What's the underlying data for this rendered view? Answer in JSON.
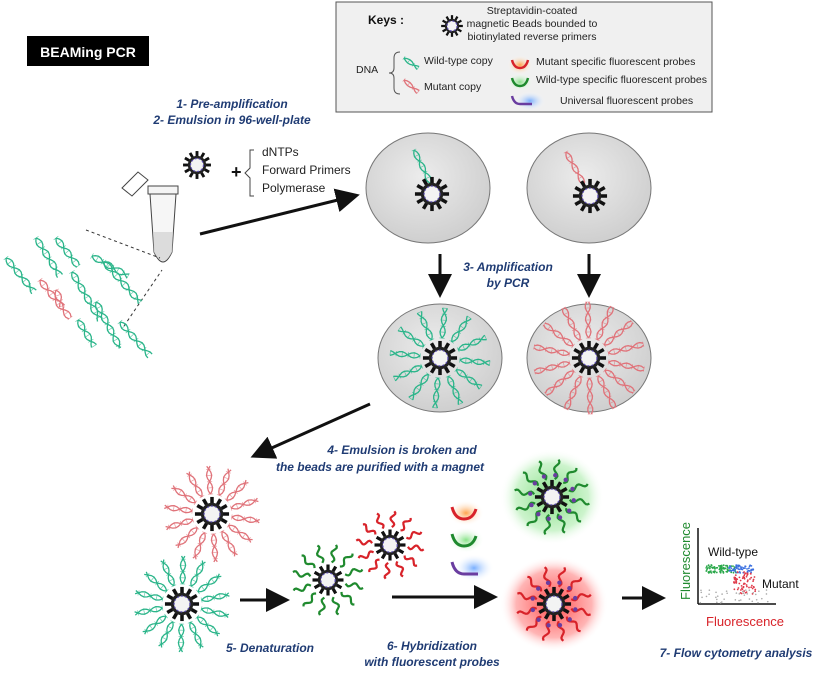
{
  "title": "BEAMing PCR",
  "keys": {
    "heading": "Keys :",
    "bead_line1": "Streptavidin-coated",
    "bead_line2": "magnetic Beads bounded to",
    "bead_line3": "biotinylated reverse primers",
    "dna_label": "DNA",
    "wild_type": "Wild-type copy",
    "mutant": "Mutant copy",
    "mutant_probe": "Mutant specific fluorescent probes",
    "wild_probe": "Wild-type specific fluorescent probes",
    "universal_probe": "Universal fluorescent probes"
  },
  "reagents": {
    "plus": "+",
    "item1": "dNTPs",
    "item2": "Forward Primers",
    "item3": "Polymerase"
  },
  "steps": {
    "s1": "1- Pre-amplification",
    "s2": "2- Emulsion in 96-well-plate",
    "s3a": "3- Amplification",
    "s3b": "by PCR",
    "s4a": "4- Emulsion is broken and",
    "s4b": "the beads are purified with a magnet",
    "s5": "5- Denaturation",
    "s6a": "6- Hybridization",
    "s6b": "with fluorescent probes",
    "s7": "7- Flow cytometry analysis"
  },
  "cytometry": {
    "ylabel": "Fluorescence",
    "xlabel": "Fluorescence",
    "wild_label": "Wild-type",
    "mutant_label": "Mutant"
  },
  "colors": {
    "wild": "#2bb58a",
    "mutant": "#e0737a",
    "probe_red": "#d8232a",
    "probe_green": "#1f8a2e",
    "probe_purple": "#6a3da0",
    "step_text": "#1f3b73",
    "drop_fill": "#dcdcdc",
    "key_fill": "#f0f0f0"
  }
}
